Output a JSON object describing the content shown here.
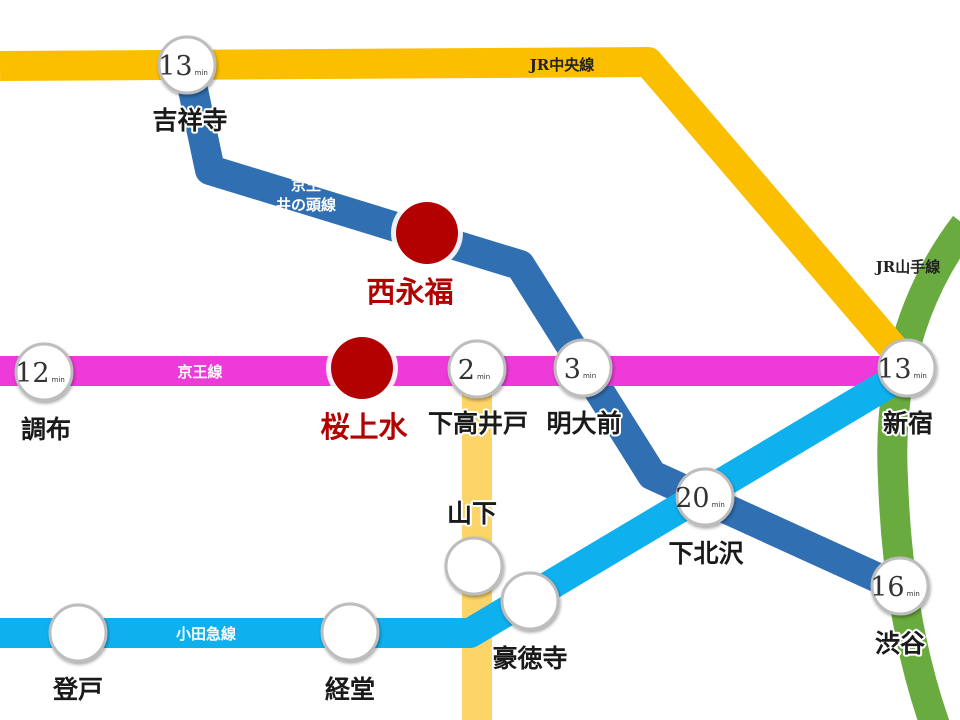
{
  "lines": {
    "jr_chuo": {
      "label": "JR中央線",
      "color": "#fbbf00"
    },
    "jr_yamanote": {
      "label": "JR山手線",
      "color": "#6aab3f"
    },
    "keio_inokashira": {
      "label_line1": "京王",
      "label_line2": "井の頭線",
      "color": "#2f6fb2"
    },
    "keio": {
      "label": "京王線",
      "color": "#ee3ad8"
    },
    "odakyu": {
      "label": "小田急線",
      "color": "#0fb0ee"
    },
    "toei_setagaya": {
      "color": "#fcd467"
    }
  },
  "highlight_color": "#b30000",
  "stations": {
    "kichijoji": {
      "name": "吉祥寺",
      "minutes": "13"
    },
    "nishieifuku": {
      "name": "西永福"
    },
    "sakurajosui": {
      "name": "桜上水"
    },
    "chofu": {
      "name": "調布",
      "minutes": "12"
    },
    "shimotakaido": {
      "name": "下高井戸",
      "minutes": "2"
    },
    "meidaimae": {
      "name": "明大前",
      "minutes": "3"
    },
    "shinjuku": {
      "name": "新宿",
      "minutes": "13"
    },
    "shimokitazawa": {
      "name": "下北沢",
      "minutes": "20"
    },
    "shibuya": {
      "name": "渋谷",
      "minutes": "16"
    },
    "yamashita": {
      "name": "山下"
    },
    "gotokuji": {
      "name": "豪徳寺"
    },
    "noborito": {
      "name": "登戸"
    },
    "kyodo": {
      "name": "経堂"
    }
  },
  "min_unit": "min"
}
